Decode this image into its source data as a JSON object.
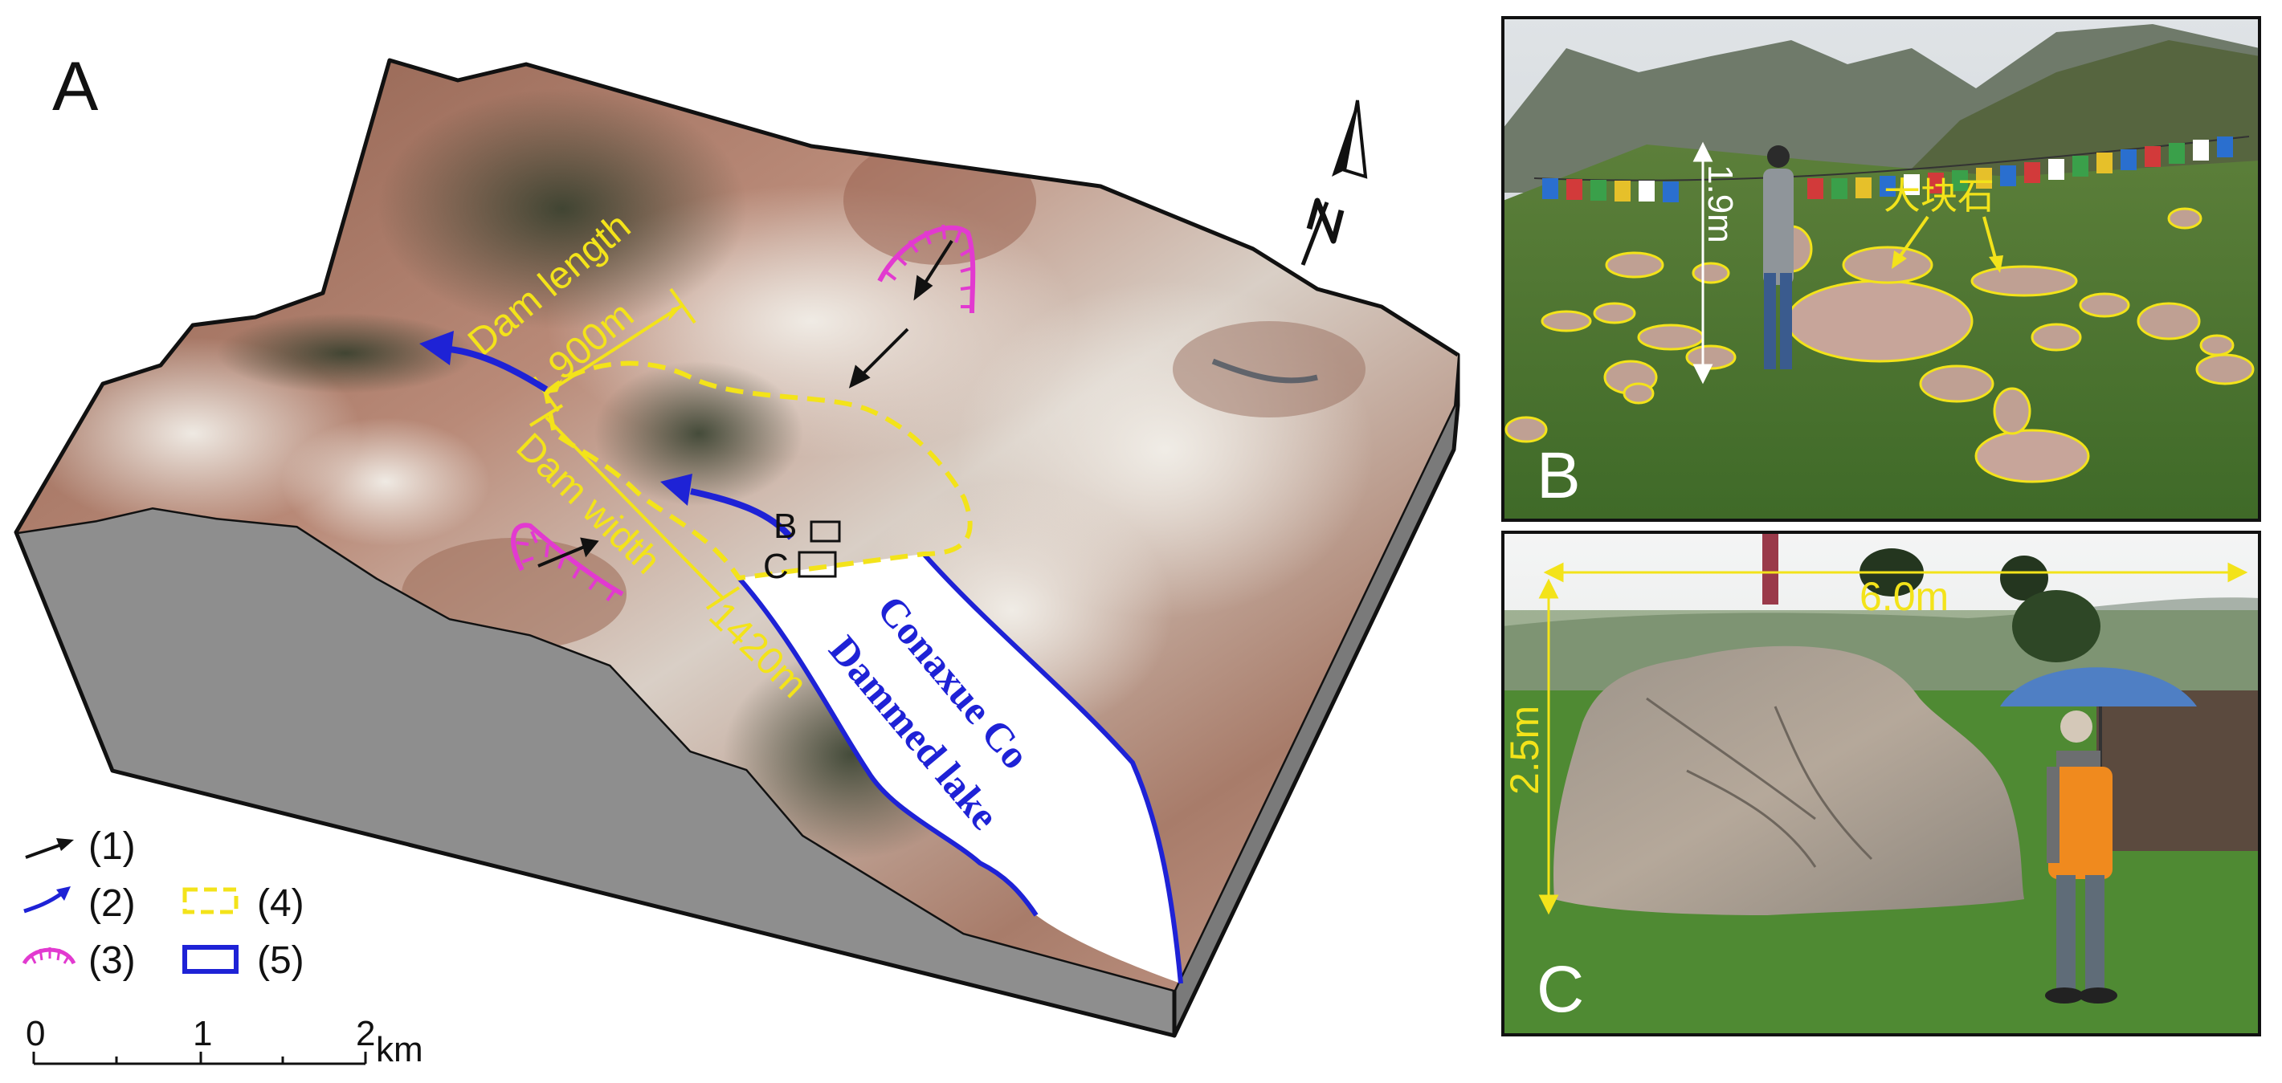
{
  "panel_a": {
    "letter": "A",
    "dam_length_label": "Dam length",
    "dam_length_value": "900m",
    "dam_width_label": "Dam width",
    "dam_width_value": "1420m",
    "lake_name_line1": "Conaxue  Co",
    "lake_name_line2": "Dammed lake",
    "marker_b": "B",
    "marker_c": "C"
  },
  "legend": {
    "item1": "(1)",
    "item2": "(2)",
    "item3": "(3)",
    "item4": "(4)",
    "item5": "(5)",
    "line_color_yellow": "#f3e31a",
    "line_color_blue": "#1e22d6",
    "line_color_magenta": "#e23ad0"
  },
  "scale_bar": {
    "tick0": "0",
    "tick1": "1",
    "tick2": "2",
    "unit": "km"
  },
  "panel_b": {
    "letter": "B",
    "height_label": "1.9m",
    "boulder_label": "大块石"
  },
  "panel_c": {
    "letter": "C",
    "width_label": "6.0m",
    "height_label": "2.5m"
  },
  "colors": {
    "annotation_yellow": "#f3e31a",
    "lake_blue": "#1e22d6",
    "scarp_magenta": "#e23ad0",
    "block_side": "#8e8e8e"
  }
}
